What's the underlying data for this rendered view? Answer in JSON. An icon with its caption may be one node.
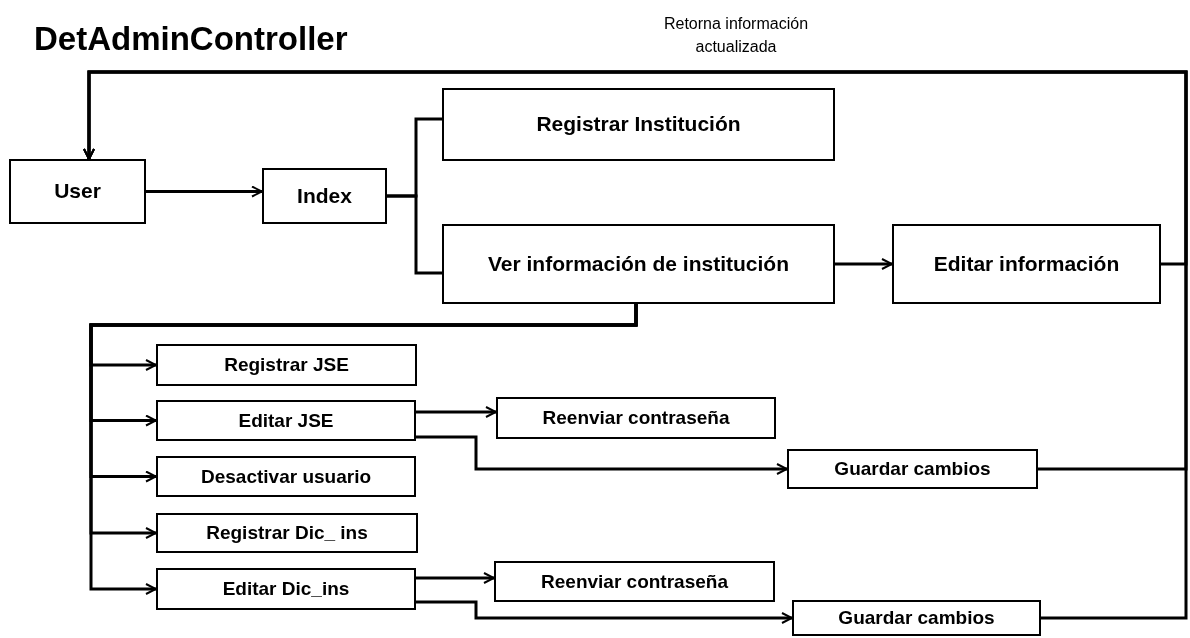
{
  "diagram": {
    "title": "DetAdminController",
    "nodes": [
      {
        "text": [
          "User"
        ]
      },
      {
        "text": [
          "Index"
        ]
      },
      {
        "text": [
          "Registrar Institución"
        ]
      },
      {
        "text": [
          "Ver información de institución"
        ]
      },
      {
        "text": [
          "Editar información"
        ]
      },
      {
        "text": [
          "Registrar JSE"
        ]
      },
      {
        "text": [
          "Editar JSE"
        ]
      },
      {
        "text": [
          "Reenviar contraseña"
        ]
      },
      {
        "text": [
          "Guardar cambios"
        ]
      },
      {
        "text": [
          "Desactivar usuario"
        ]
      },
      {
        "text": [
          "Registrar Dic_ ins"
        ]
      },
      {
        "text": [
          "Editar Dic_ins"
        ]
      },
      {
        "text": [
          "Reenviar contraseña"
        ]
      },
      {
        "text": [
          "Guardar cambios"
        ]
      }
    ],
    "edges": [
      {
        "from": 0,
        "to": 1,
        "arrow": "to"
      },
      {
        "from": 1,
        "to": 2,
        "arrow": "none"
      },
      {
        "from": 1,
        "to": 3,
        "arrow": "none"
      },
      {
        "from": 3,
        "to": 4,
        "arrow": "to"
      },
      {
        "from": 4,
        "to": 0,
        "arrow": "to",
        "label": "Retorna información actualizada"
      },
      {
        "from": 8,
        "to": 0,
        "arrow": "to"
      },
      {
        "from": 13,
        "to": 0,
        "arrow": "to"
      },
      {
        "from": 3,
        "to": 5,
        "arrow": "to"
      },
      {
        "from": 3,
        "to": 6,
        "arrow": "to"
      },
      {
        "from": 3,
        "to": 9,
        "arrow": "to"
      },
      {
        "from": 3,
        "to": 10,
        "arrow": "to"
      },
      {
        "from": 3,
        "to": 11,
        "arrow": "to"
      },
      {
        "from": 6,
        "to": 7,
        "arrow": "to"
      },
      {
        "from": 6,
        "to": 8,
        "arrow": "to"
      },
      {
        "from": 11,
        "to": 12,
        "arrow": "to"
      },
      {
        "from": 11,
        "to": 13,
        "arrow": "to"
      }
    ]
  }
}
